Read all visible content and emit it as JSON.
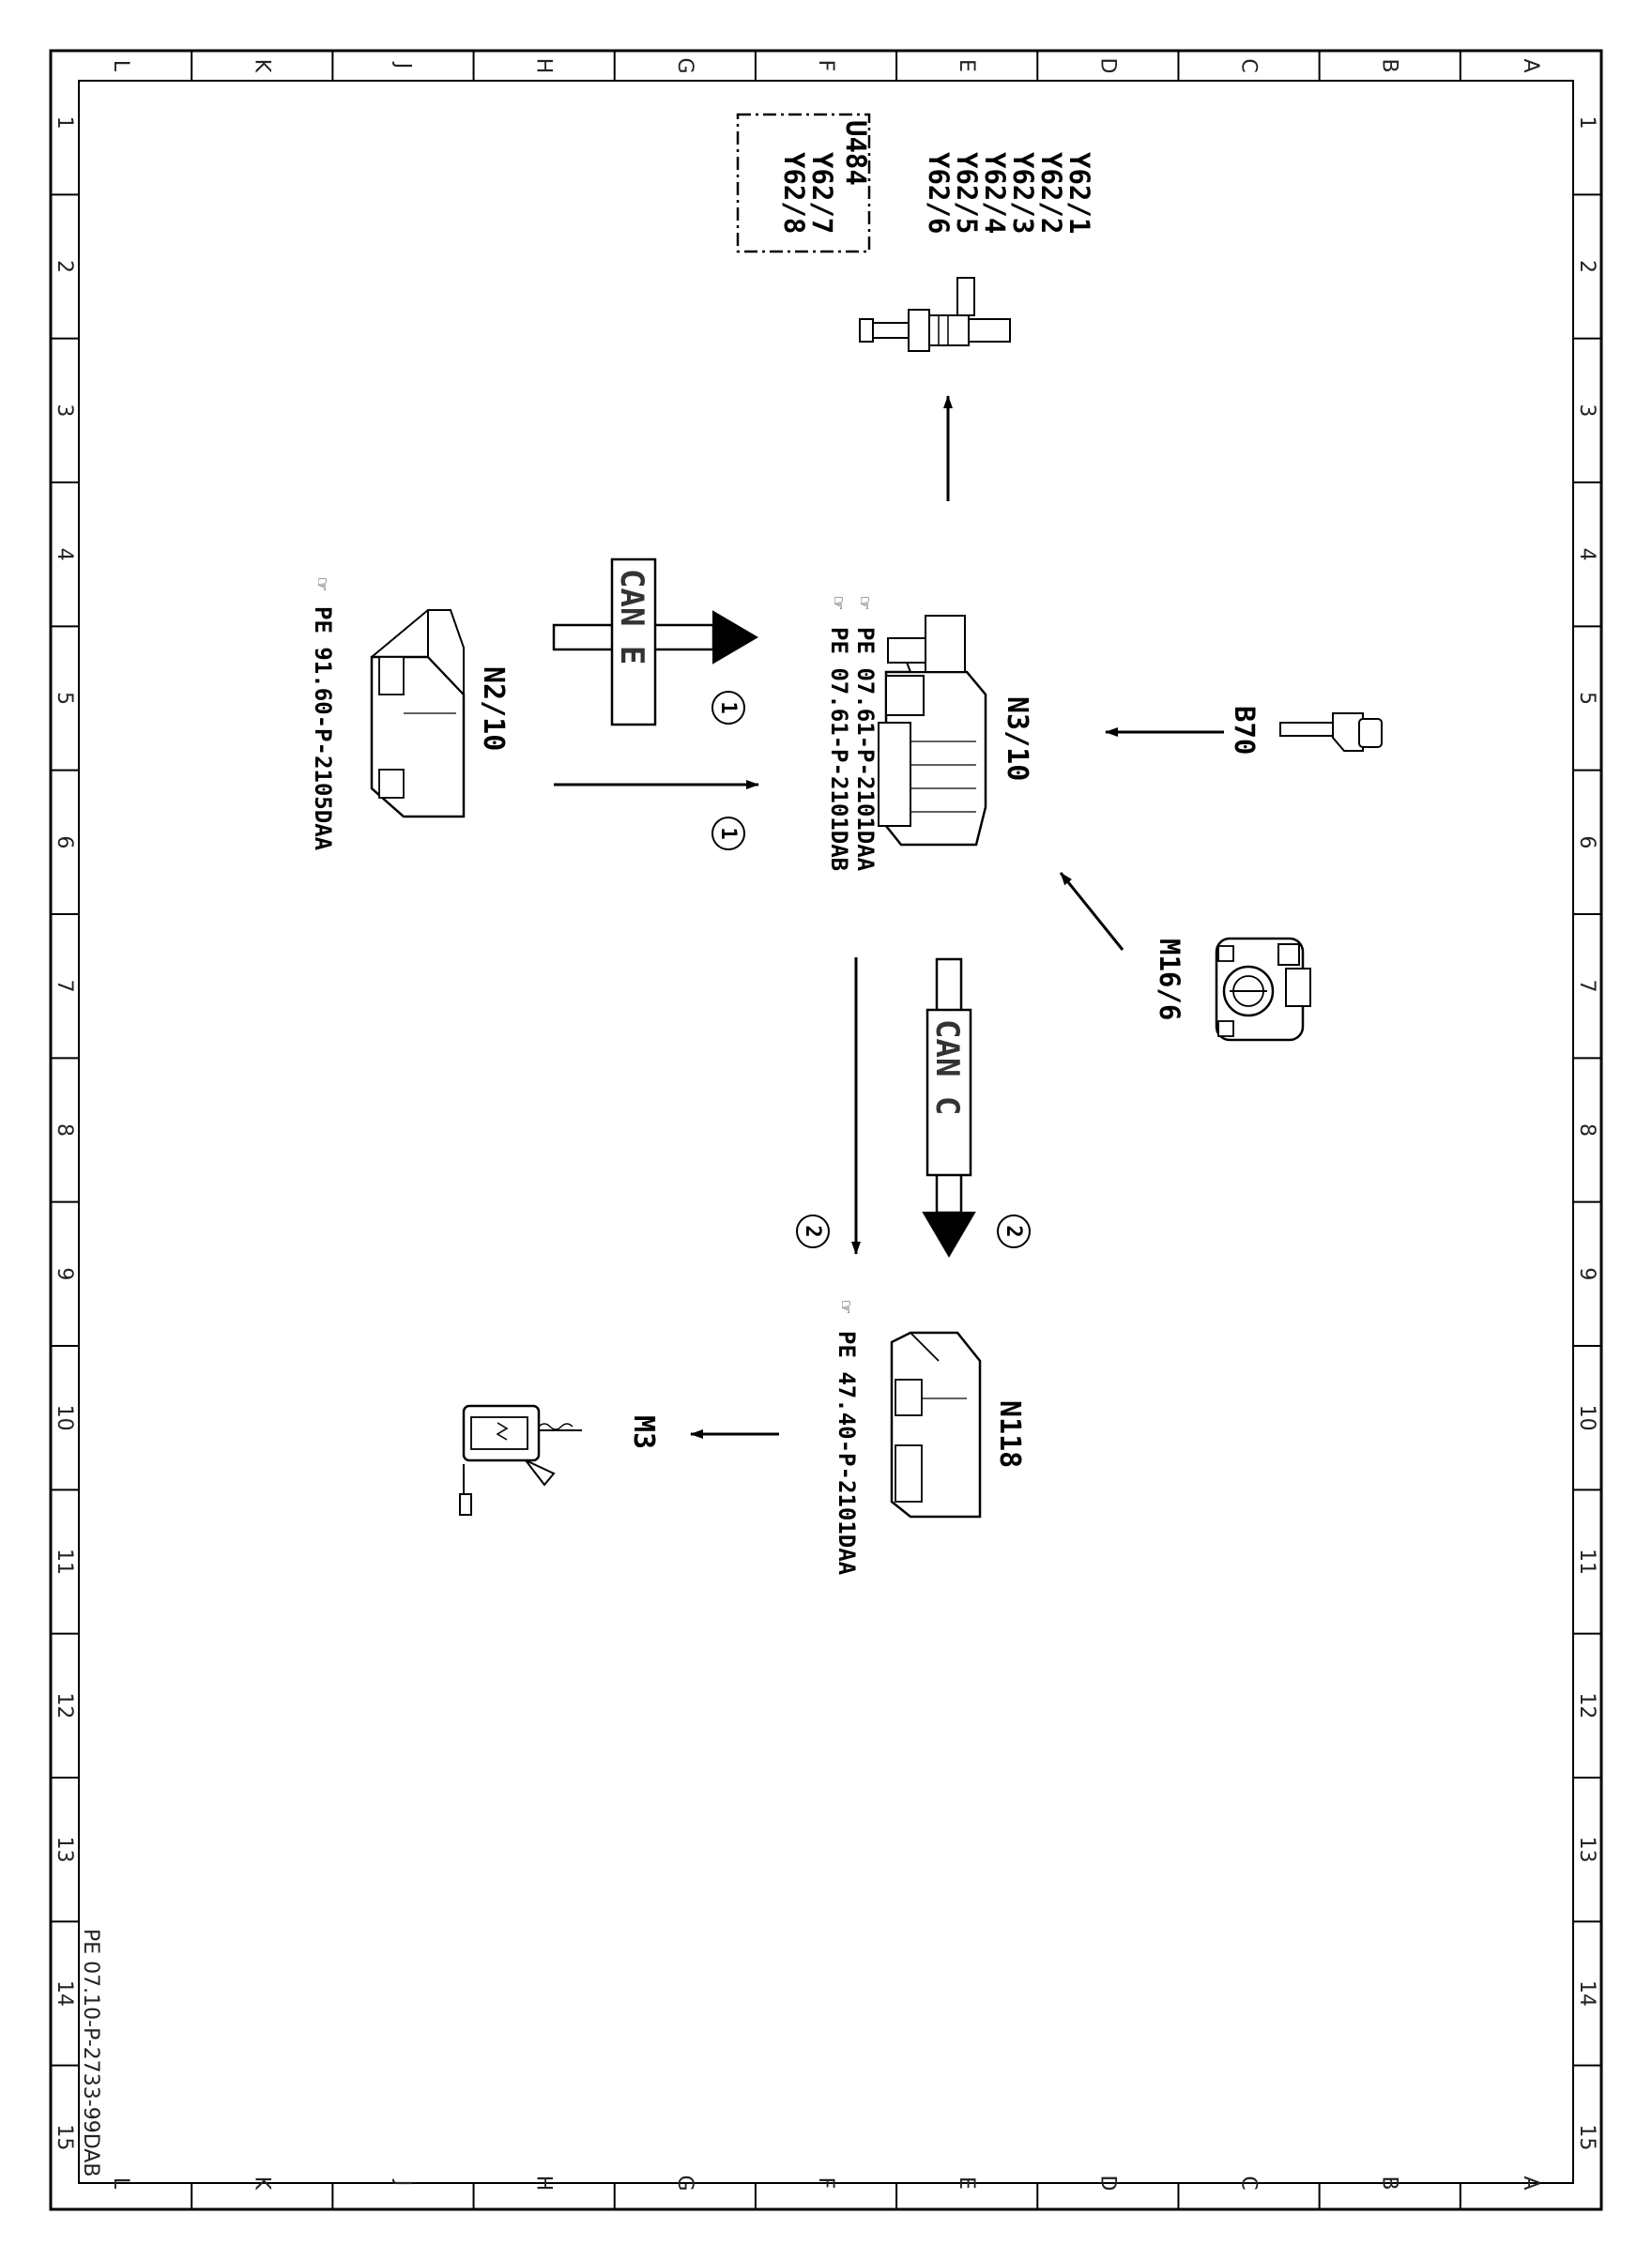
{
  "diagram": {
    "grid_letters": [
      "L",
      "K",
      "J",
      "H",
      "G",
      "F",
      "E",
      "D",
      "C",
      "B",
      "A"
    ],
    "grid_numbers": [
      "1",
      "2",
      "3",
      "4",
      "5",
      "6",
      "7",
      "8",
      "9",
      "10",
      "11",
      "12",
      "13",
      "14",
      "15"
    ],
    "drawing_ref": "PE 07.10-P-2733-99DAB",
    "components": {
      "injectors": {
        "labels": [
          "Y62/1",
          "Y62/2",
          "Y62/3",
          "Y62/4",
          "Y62/5",
          "Y62/6"
        ],
        "boxed_labels": [
          "U484",
          "Y62/7",
          "Y62/8"
        ]
      },
      "b70": {
        "label": "B70"
      },
      "n3_10": {
        "label": "N3/10",
        "refs": [
          "PE 07.61-P-2101DAA",
          "PE 07.61-P-2101DAB"
        ]
      },
      "m16_6": {
        "label": "M16/6"
      },
      "n2_10": {
        "label": "N2/10",
        "refs": [
          "PE 91.60-P-2105DAA"
        ]
      },
      "n118": {
        "label": "N118",
        "refs": [
          "PE 47.40-P-2101DAA"
        ]
      },
      "m3": {
        "label": "M3"
      }
    },
    "buses": {
      "can_e": {
        "label": "CAN E",
        "marker": "1"
      },
      "can_c": {
        "label": "CAN C",
        "marker": "2"
      }
    },
    "signal_markers": {
      "n2_to_n3": "1",
      "n3_to_n118": "2"
    }
  }
}
